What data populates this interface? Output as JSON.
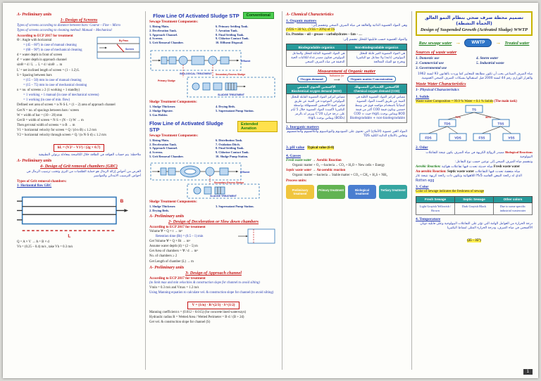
{
  "footer": {
    "page_number": "1"
  },
  "col1": {
    "h_preliminary": "A- Preliminary units",
    "h_screens": "1- Design of Screens",
    "type1": "Types of screens according to distance between bars: Coarse – Fine – Micro",
    "type2": "Types of screens according to cleaning method: Manual – Mechanical",
    "ecp": "According to ECP 2017 for treatment",
    "mini_diagram": {
      "by_pass": "By Pass",
      "screen": "Screen"
    },
    "theta": "Θ : Angle with horizontal",
    "theta_manual": "= (45 – 60°) in case of manual cleaning",
    "theta_mech": "= (60 – 90°) in case of mechanical cleaning",
    "d_def": "d = water depth in front of screen",
    "d2_def": "d' = water depth in approach channel",
    "len_eq": "sinΘ = d / L  →  L = d / sinΘ → m",
    "len_net": "L' = net inclined length of screen = (1 – 1.2) L",
    "s_def": "S = Spacing between bars",
    "s_manual": "= (15 – 50) mm in case of manual cleaning",
    "s_mech": "= (15 – 75) mm in case of mechanical cleaning",
    "n_def": "n = no. of screens ≥ 2 (1 working + 1 standby)",
    "n_mech": "= 1 working + 1 manual (in case of mechanical screens)",
    "n_min": "= 1 working (in case of min. flow)",
    "wet_area": "Defined wet area of screen = n·N·S·L = (1 – 2) area of approach channel",
    "get_n": "Get N = no. of spacings between bars / screen",
    "w_def": "W = width of bar = (10 – 20) mm",
    "get_b": "Get B = width of screen = N·S + (N – 1)·W → m",
    "total_b": "Then get total width of screens = n·B → m",
    "v1": "V1 = horizontal velocity for screen = Q / (d·n·B) ≤ 1.2 m/s",
    "v2": "V2 = horizontal velocity through screen = Q / (n·N·S·d) ≤ 1.2 m/s",
    "head_loss": "hL = (V2² – V1²) / (2g × 0.7)",
    "note_ar": "ملاحظة: يتم حساب الفواقد في الطاقة خلال الكاسحة بمعادلة برنولي التطبيقية",
    "h_preliminary2": "A- Preliminary units",
    "h_grc": "4- Design of Grit removal chambers (GRC)",
    "grc_ar": "الغرض من أحواض إزالة الرمال هو حماية الطلمبات من البري وتجنب ترسيب الرمال في أحواض الترسيب الابتدائي والمواسير",
    "grc_types": "Types of Grit removal chambers:",
    "grc_type1": "1- Horizontal flow GRC",
    "grc_diagram": {
      "length_label": "L",
      "width_label": "B"
    },
    "grc_eq1": "Q = A × V  →  A = B × d",
    "grc_eq2": "Vh = (0.25 – 0.4) m/s , take Vh = 0.3 m/s"
  },
  "col2": {
    "flow1": {
      "title": "Flow Line Of Activated Sludge STP",
      "badge": "Conventional",
      "components_label": "Sewage Treatment Components:",
      "components": [
        "1. Rising Main.",
        "2. Deceleration Tank.",
        "3. Approach Channel.",
        "4. Screens.",
        "5. Grit Removal Chamber.",
        "6. Primary Settling Tank.",
        "7. Aeration Tank.",
        "8. Final Settling Tank.",
        "9. Chlorine Contact Tank.",
        "10. Effluent Disposal."
      ],
      "diagram": {
        "bio_box": "BIOLOGICAL TREATMENT",
        "sludge_box": "SLUDGE TREATMENT",
        "primary_sludge": "Primary Sludge",
        "secondary_sludge": "Secondary Excess Sludge",
        "effluent": "Effluent"
      },
      "sludge_label": "Sludge Treatment Components:",
      "sludge_list": [
        "1. Sludge Thickener.",
        "2. Sludge Digester.",
        "3. Gas Holder.",
        "4. Drying Beds.",
        "5. Supernatant Pump Station."
      ]
    },
    "flow2": {
      "title": "Flow Line of Activated Sludge STP",
      "badge": "Extended Aeration",
      "components_label": "Sewage Treatment Components:",
      "components": [
        "1. Rising Main.",
        "2. Deceleration Tank.",
        "3. Approach Channel.",
        "4. Screens.",
        "5. Grit Removal Chamber.",
        "6. Distribution Tank.",
        "7. Oxidation Ditch.",
        "8. Final Settling Tank.",
        "9. Chlorine Contact Tank.",
        "10. Sludge Pump Station."
      ],
      "diagram": {
        "sludge_box": "SLUDGE TREATMENT",
        "secondary_sludge": "Secondary Excess Sludge",
        "effluent": "Effluent"
      },
      "sludge_label": "Sludge Treatment Components:",
      "sludge_list": [
        "1. Sludge Thickener.",
        "2. Drying Beds.",
        "3. Supernatant Pump Station."
      ]
    },
    "decel": {
      "h_preliminary": "A- Preliminary units",
      "h": "2- Design of Deceleration or Slow down chambers",
      "ecp": "According to ECP 2017 for treatment",
      "vol": "Volume ∀ = Q × t → m³",
      "rt": "Retention time (Rt) = (0.5 – 1) min",
      "get_vol": "Get Volume ∀ = Q × Rt → m³",
      "depth": "Assume water depth (d) = (2 – 5) m",
      "area": "Get Area of chambers = ∀ / d → m²",
      "num": "No. of chambers ≥ 2",
      "length": "Get Length of chamber (L) → m"
    },
    "approach": {
      "h_preliminary": "A- Preliminary units",
      "h": "3- Design of Approach channel",
      "ecp": "According to ECP 2017 for treatment",
      "note": "(to limit max and min velocities & construction slope for channel to avoid silting)",
      "vlimits": "Vmin = 0.3 m/s and Vmax = 1.2 m/s",
      "manning_note": "Using Manning equation to calculate vel. & construction slope for channel (to avoid silting)",
      "manning_eq": "V = (1/n) · R^(2/3) · S^(1/2)",
      "n_def": "Manning coefficient n = (0.012 – 0.015) (for concrete lined waterways)",
      "r_def": "Hydraulic radius R = Wetted Area / Wetted Perimeter = B·d / (B + 2d)",
      "get": "Get vel. & construction slope for channel (S)"
    }
  },
  "col3": {
    "h": "A- Chemical Characteristics",
    "organic": {
      "h": "1. Organic matters",
      "ar1": "وهي المواد العضوية الذائبة والعالقة في مياه الصرف الصحي وتنقسم إلى:",
      "vds": "(VDS = 30 %) , (VSS = 20%) of TS",
      "ex": "Ex. Proteins – oil – grease – carbohydrates – fats - …",
      "ar2": "والمواد العضوية حسب قابليتها للتحلل تنقسم إلى:",
      "table": {
        "h1": "Biodegradable organics",
        "h2": "Non-Biodegradable organics",
        "c1": "هي المواد العضوية القابلة للتحلل والتفاعل البيولوجي فتكون مصدر غذاء للكائنات الحية الدقيقة في مياه الصرف الصحي",
        "c2": "هي المواد العضوية الغير قابلة للتحلل البيولوجي (ثابتة) ولا تتفاعل مع البكتيريا وتخرج مع المياه المعالجة"
      }
    },
    "measurement": {
      "h": "Measurement of Organic matter",
      "left": "Oxygen demand",
      "arrow_label": "Indication for",
      "right": "Organic matter Concentration",
      "table": {
        "h1_ar": "الأكسجين الحيوي الممتص",
        "h1_en": "Biochemical oxygen demand (BOD)",
        "h2_ar": "الأكسجين الكيميائي المستهلك",
        "h2_en": "Chemical oxygen demand (COD)",
        "c1": "مقياس لتركيز المواد العضوية القابلة للتحلل البيولوجي الموجودة في العينة عن طريق قياس كمية الأكسجين المستهلكة بواسطة البكتيريا لأكسدة المواد العضوية خلال 5 أيام على درجة حرارة 20°C ويرمز له بالرمز (BOD₅) ويقاس بوحدة mg/L",
        "c2": "مقياس لتركيز المواد العضوية الكلية في العينة عن طريق أكسدة المواد العضوية كيميائياً باستخدام مؤكسد قوي في وسط حمضي وتكون قيمة COD أكبر من قيمة BOD ويقاس بوحدة mg/L حيث COD = Biodegradable + non-biodegradable"
      }
    },
    "inorganic": {
      "h": "2. Inorganic matters",
      "ar": "المواد الغير عضوية (الأملاح) التي تحتوي على الصوديوم والبوتاسيوم والكالسيوم والماغنسيوم وتقاس بالأملاح الذائبة الكلية TDS"
    },
    "ph": {
      "h": "3. pH value",
      "value": "Typical value (6-8)"
    },
    "gases": {
      "h": "4. Gasses",
      "fresh_label": "Fresh waste water",
      "arrow": "→",
      "aerobic": "Aerobic Reaction",
      "aerobic_eq": "Organic matter + O₂ —bacteria→ CO₂ + H₂O + New cells + Energy",
      "septic_label": "Septic waste water",
      "anaerobic": "An-aerobic reaction",
      "anaerobic_eq": "Organic matter —bacteria→ Stable matter + CO₂ + CH₄ + H₂S + NH₃"
    },
    "process": {
      "h": "Process units:",
      "units": [
        "Preliminary treatment",
        "Primary treatment",
        "Biological treatment",
        "Tertiary treatment"
      ]
    }
  },
  "col4": {
    "title_ar": "تصميم محطة صرف صحي بنظام النمو العالق (الحمأة النشطة)",
    "title_en": "Design of Suspended Growth (Activated Sludge) WWTP",
    "flow": {
      "raw": "Raw sewage water",
      "wwtp": "WWTP",
      "treated": "Treated water",
      "arrow": "→"
    },
    "sources": {
      "h": "Sources of waste water",
      "items": [
        "1. Domestic use",
        "2. Commercial use",
        "3. Governmental use",
        "4. Storm water",
        "5. Industrial waste"
      ],
      "ar": "مياه الصرف الصناعي يجب أن تكون مطابقة للمعايير كما وردت بالقانون 93 لسنة 1962 والقرار الوزاري رقم 44 لسنة 2000 قبل استقبالها بشبكات الصرف الصحي العمومية."
    },
    "characteristics": {
      "h": "Waste Water Characteristics",
      "physical_h": "1- Physical Characteristics",
      "solids": {
        "h": "1. Solids",
        "composition": "Waste water Composition = 99.9 % Water + 0.1 % Solids",
        "composition_note": "(The main task)",
        "tree": {
          "ts": "TS",
          "tds": "TDS",
          "tss": "TSS",
          "tds_pct": "70%",
          "tss_pct": "30%",
          "fds": "FDS",
          "vds": "VDS",
          "fss": "FSS",
          "vss": "VSS"
        }
      },
      "odor": {
        "h": "2. Odor",
        "biological": "Biological Reactions",
        "ar1": "مصدر الروائح الكريهة في مياه الصرف يكون نتيجة التفاعلات البيولوجية",
        "ar2": "وتنقسم مياه الصرف الصحي إلى نوعين حسب نوع التفاعل:",
        "aerobic_label": "Aerobic Reaction:",
        "aerobic_ar": "مياه حديثة تحدث فيها تفاعلات هوائية",
        "fresh": "Fresh waste water",
        "anaerobic_label": "An-aerobic Reaction:",
        "septic": "Septic waste water",
        "anaerobic_ar": "مياه متعفنة تحدث فيها التفاعلات اللاهوائية وتكون ذات رائحة كريهة نتيجة غاز H₂S الذي له رائحة البيض الفاسد Rotten egg"
      },
      "color": {
        "h": "3. Color",
        "note": "Color of Sewage indicates the freshness of sewage",
        "table": {
          "headers": [
            "Fresh Sewage",
            "Septic Sewage",
            "Other colors"
          ],
          "row": [
            "Light Grayish Yellowish / Brown",
            "Dark Grayish Black",
            "Due to some specific industrial wastewater"
          ]
        }
      },
      "temperature": {
        "h": "4. Temperature",
        "ar": "درجة الحرارة من العوامل الهامة التي تؤثر على التفاعلات البيولوجية وعلى قابلية ذوبان الأكسجين في مياه الصرف، ودرجة الحرارة المثلى لنشاط البكتيريا",
        "range": "(25 – 35°)"
      }
    }
  }
}
